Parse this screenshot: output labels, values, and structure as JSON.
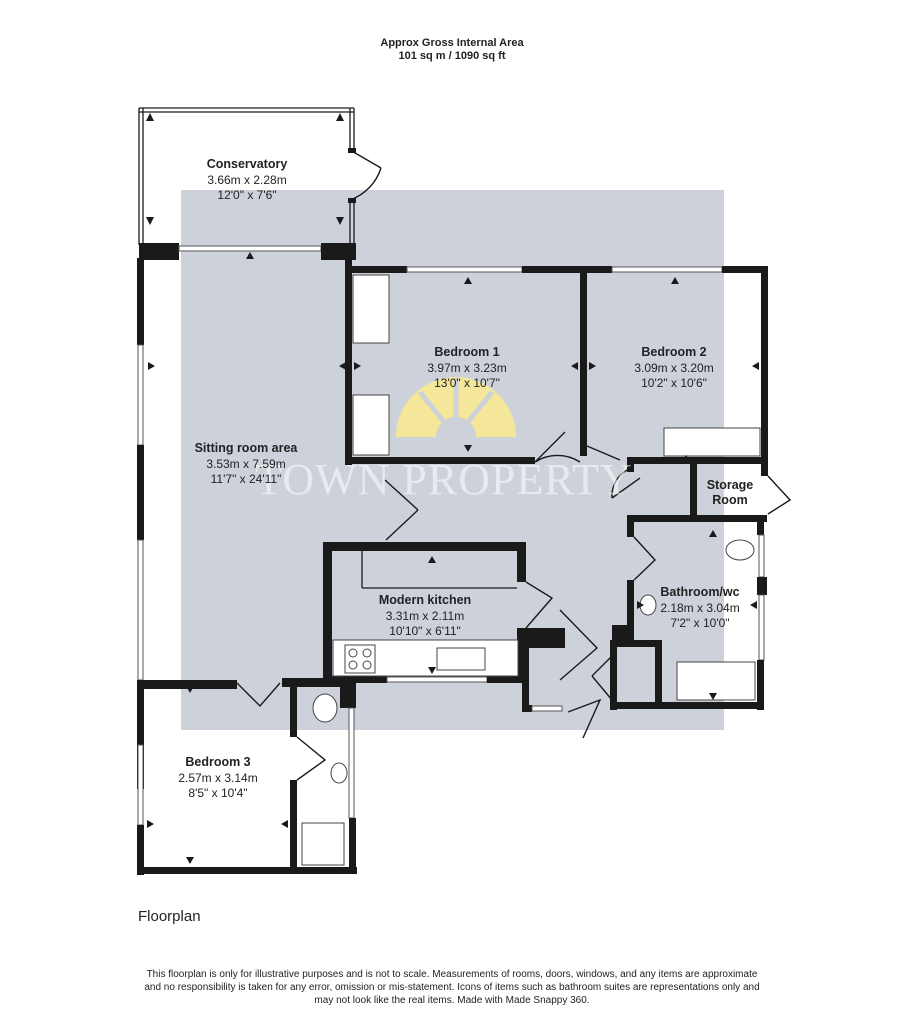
{
  "header": {
    "line1": "Approx Gross Internal Area",
    "line2": "101 sq m / 1090 sq ft"
  },
  "rooms": {
    "conservatory": {
      "name": "Conservatory",
      "metric": "3.66m x 2.28m",
      "imperial": "12'0\" x 7'6\""
    },
    "bedroom1": {
      "name": "Bedroom 1",
      "metric": "3.97m x 3.23m",
      "imperial": "13'0\" x 10'7\""
    },
    "bedroom2": {
      "name": "Bedroom 2",
      "metric": "3.09m x 3.20m",
      "imperial": "10'2\" x 10'6\""
    },
    "sitting": {
      "name": "Sitting room area",
      "metric": "3.53m x 7.59m",
      "imperial": "11'7\" x 24'11\""
    },
    "storage": {
      "name1": "Storage",
      "name2": "Room"
    },
    "kitchen": {
      "name": "Modern kitchen",
      "metric": "3.31m x 2.11m",
      "imperial": "10'10\" x 6'11\""
    },
    "bathroom": {
      "name": "Bathroom/wc",
      "metric": "2.18m x 3.04m",
      "imperial": "7'2\" x 10'0\""
    },
    "bedroom3": {
      "name": "Bedroom 3",
      "metric": "2.57m x 3.14m",
      "imperial": "8'5\" x 10'4\""
    }
  },
  "watermark": "TOWN PROPERTY",
  "floor_label": "Floorplan",
  "footnote": {
    "line1": "This floorplan is only for illustrative purposes and is not to scale. Measurements of rooms, doors, windows, and any items are approximate",
    "line2": "and no responsibility is taken for any error, omission or mis-statement. Icons of items such as bathroom suites are representations only and",
    "line3": "may not look like the real items. Made with Made Snappy 360."
  },
  "colors": {
    "floor_fill": "#cdd1da",
    "wall": "#1a1a1a",
    "logo": "#f5e79a"
  }
}
